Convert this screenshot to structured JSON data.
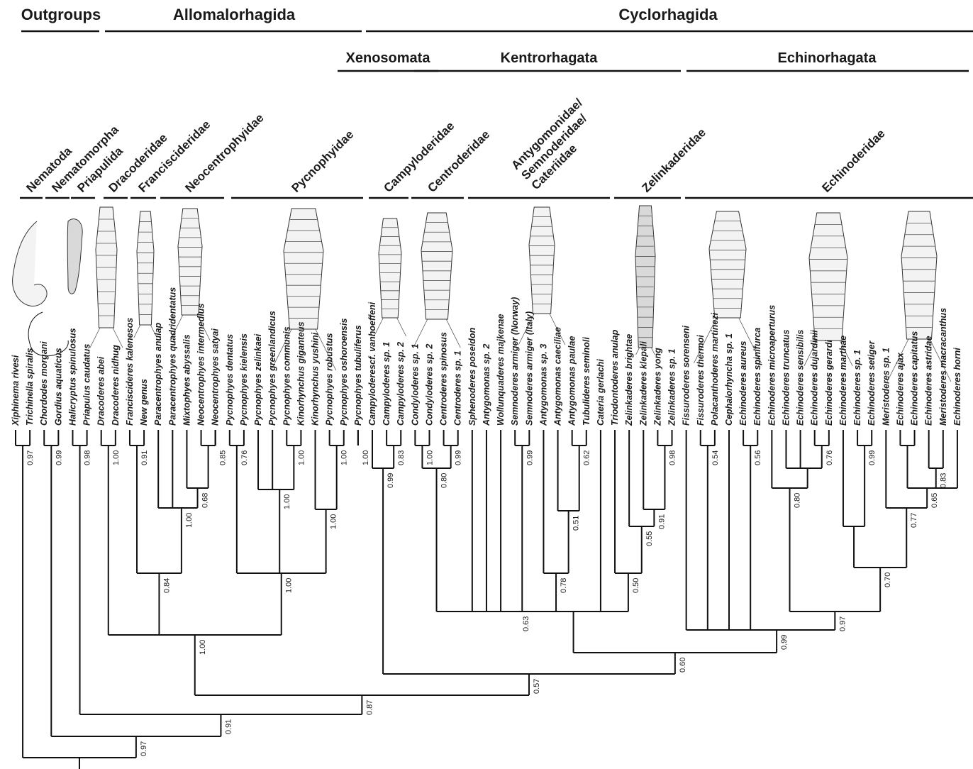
{
  "top_groups": [
    {
      "label": "Outgroups"
    },
    {
      "label": "Allomalorhagida"
    },
    {
      "label": "Cyclorhagida"
    }
  ],
  "mid_groups": [
    {
      "label": "Xenosomata"
    },
    {
      "label": "Kentrorhagata"
    },
    {
      "label": "Echinorhagata"
    }
  ],
  "families": [
    {
      "lines": [
        "Nematoda"
      ]
    },
    {
      "lines": [
        "Nematomorpha"
      ]
    },
    {
      "lines": [
        "Priapulida"
      ]
    },
    {
      "lines": [
        "Dracoderidae"
      ]
    },
    {
      "lines": [
        "Franciscideridae"
      ]
    },
    {
      "lines": [
        "Neocentrophyidae"
      ]
    },
    {
      "lines": [
        "Pycnophyidae"
      ]
    },
    {
      "lines": [
        "Campyloderidae"
      ]
    },
    {
      "lines": [
        "Centroderidae"
      ]
    },
    {
      "lines": [
        "Antygomonidae/",
        "Semnoderidae/",
        "Cateriidae"
      ]
    },
    {
      "lines": [
        "Zelinkaderidae"
      ]
    },
    {
      "lines": [
        "Echinoderidae"
      ]
    }
  ],
  "taxa": [
    "Xiphinema rivesi",
    "Trichinella spiralis",
    "Chordodes morgani",
    "Gordius aquaticus",
    "Halicryptus spinulosus",
    "Priapulus caudatus",
    "Dracoderes abei",
    "Dracoderes nidhug",
    "Franciscideres kalenesos",
    "New genus",
    "Paracentrophyes anulap",
    "Paracentrophyes quadridentatus",
    "Mixtophyes abyssalis",
    "Neocentrophyes intermedius",
    "Neocentrophyes satyai",
    "Pycnophyes dentatus",
    "Pycnophyes kielensis",
    "Pycnophyes zelinkaei",
    "Pycnophyes greenlandicus",
    "Pycnophyes communis",
    "Kinorhynchus giganteus",
    "Kinorhynchus yushini",
    "Pycnophyes robustus",
    "Pycnophyes oshoroensis",
    "Pycnophyes tubuliferus",
    "Campyloderescf. vanhoeffeni",
    "Campyloderes sp. 1",
    "Campyloderes  sp. 2",
    "Condyloderes sp. 1",
    "Condyloderes  sp. 2",
    "Centroderes spinosus",
    "Centroderes  sp. 1",
    "Sphenoderes poseidon",
    "Antygomonas  sp. 2",
    "Wollunquaderes majkenae",
    "Semnoderes armiger (Norway)",
    "Semnoderes armiger (Italy)",
    "Antygomonas sp. 3",
    "Antygomonas caeciliae",
    "Antygomonas paulae",
    "Tubulideres seminoli",
    "Cateria gerlachi",
    "Triodontoderes anulap",
    "Zelinkaderes brightae",
    "Zelinkaderes klepali",
    "Zelinkaderes yong",
    "Zelinkaderes sp. 1",
    "Fissuroderes sorenseni",
    "Fissuroderes thermoi",
    "Polacanthoderes martinezi",
    "Cephalorhyncha sp. 1",
    "Echinoderes aureus",
    "Echinoderes spinifurca",
    "Echinoderes microaperturus",
    "Echinoderes truncatus",
    "Echinoderes sensibilis",
    "Echinoderes dujardinii",
    "Echinoderes gerardi",
    "Echinoderes marthae",
    "Echinoderes sp. 1",
    "Echinoderes setiger",
    "Meristoderes sp. 1",
    "Echinoderes ajax",
    "Echinoderes capitatus",
    "Echinoderes astridae",
    "Meristoderes macracanthus",
    "Echinoderes horni"
  ],
  "support_values": [
    "0.97",
    "0.99",
    "0.98",
    "1.00",
    "0.91",
    "0.68",
    "1.00",
    "0.85",
    "0.84",
    "0.76",
    "1.00",
    "1.00",
    "1.00",
    "1.00",
    "1.00",
    "1.00",
    "1.00",
    "0.83",
    "0.99",
    "1.00",
    "0.99",
    "0.80",
    "0.99",
    "0.62",
    "0.51",
    "0.78",
    "0.63",
    "0.98",
    "0.91",
    "0.55",
    "0.50",
    "0.54",
    "0.56",
    "0.76",
    "0.80",
    "0.99",
    "0.83",
    "0.65",
    "0.77",
    "0.70",
    "0.97",
    "0.99",
    "0.60",
    "0.57",
    "0.87",
    "0.91",
    "0.97"
  ],
  "colors": {
    "ink": "#111111",
    "illustration_fill": "#f3f3f3"
  }
}
